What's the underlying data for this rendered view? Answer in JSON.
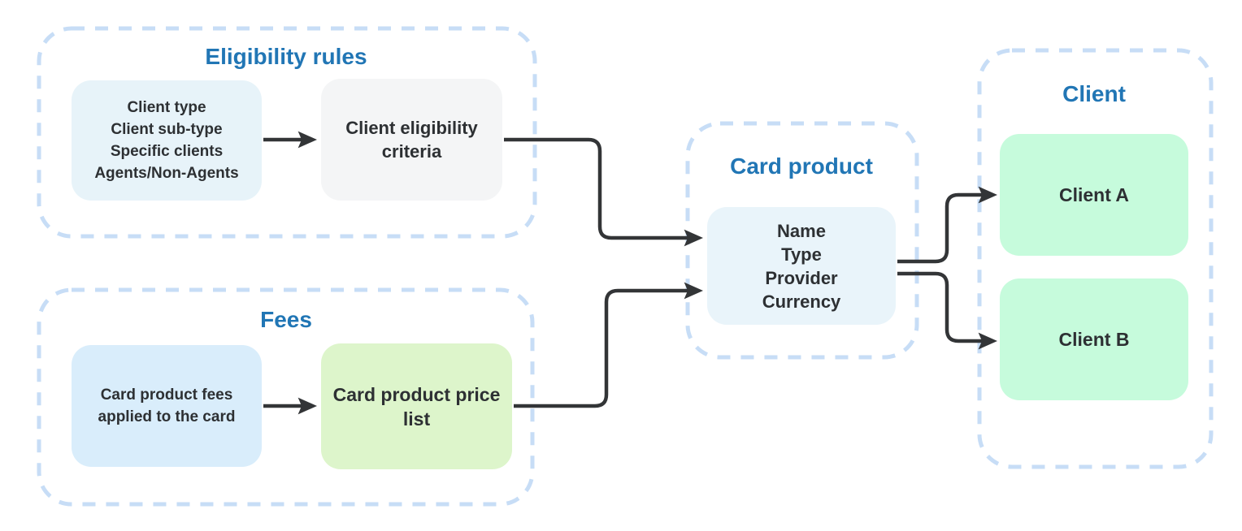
{
  "diagram": {
    "groups": {
      "eligibility": {
        "title": "Eligibility rules",
        "attributes_box": {
          "lines": [
            "Client type",
            "Client sub-type",
            "Specific clients",
            "Agents/Non-Agents"
          ]
        },
        "criteria_box": {
          "lines": [
            "Client eligibility",
            "criteria"
          ]
        }
      },
      "fees": {
        "title": "Fees",
        "fees_box": {
          "lines": [
            "Card product fees",
            "applied to the card"
          ]
        },
        "price_list_box": {
          "lines": [
            "Card product price",
            "list"
          ]
        }
      },
      "card_product": {
        "title": "Card product",
        "box": {
          "lines": [
            "Name",
            "Type",
            "Provider",
            "Currency"
          ]
        }
      },
      "client": {
        "title": "Client",
        "client_a": {
          "label": "Client A"
        },
        "client_b": {
          "label": "Client B"
        }
      }
    },
    "edges": [
      {
        "from": "client-attributes",
        "to": "client-eligibility-criteria"
      },
      {
        "from": "client-eligibility-criteria",
        "to": "card-product"
      },
      {
        "from": "card-product-fees",
        "to": "card-product-price-list"
      },
      {
        "from": "card-product-price-list",
        "to": "card-product"
      },
      {
        "from": "card-product",
        "to": "client-a"
      },
      {
        "from": "card-product",
        "to": "client-b"
      }
    ],
    "colors": {
      "container_border": "#c7ddf6",
      "group_title_text": "#2176b5",
      "box_text": "#2d3033",
      "connector": "#333537",
      "attributes_box_fill": "#e7f3f9",
      "criteria_box_fill": "#f4f5f6",
      "fees_box_fill": "#d9edfb",
      "price_list_box_fill": "#ddf5cb",
      "card_product_box_fill": "#e9f4fa",
      "client_box_fill": "#c6fbdc"
    }
  }
}
